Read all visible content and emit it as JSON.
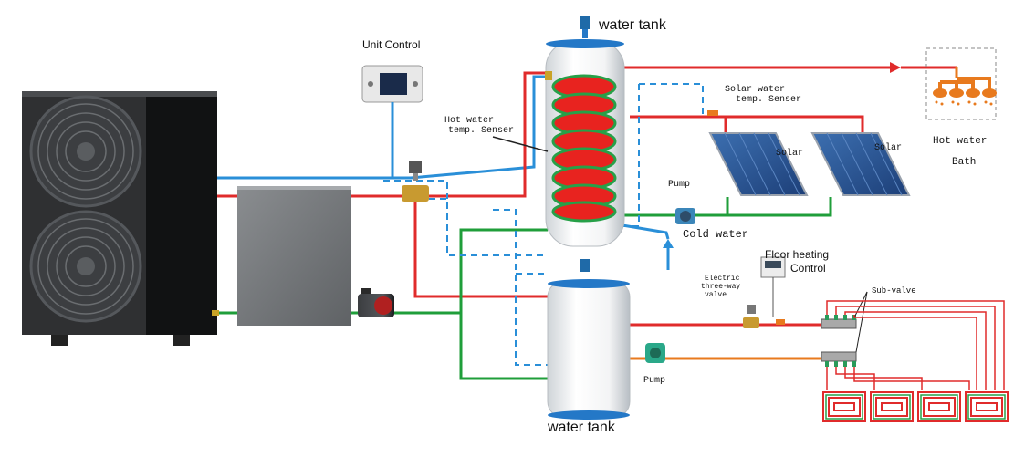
{
  "labels": {
    "water_tank_top": "water tank",
    "water_tank_bottom": "water tank",
    "unit_control": "Unit Control",
    "solar_sensor_line1": "Solar water",
    "solar_sensor_line2": "temp. Senser",
    "hot_sensor_line1": "Hot water",
    "hot_sensor_line2": "temp. Senser",
    "solar_1": "Solar",
    "solar_2": "Solar",
    "hot_water_line1": "Hot water",
    "hot_water_line2": "Bath",
    "pump_solar": "Pump",
    "cold_water": "Cold water",
    "floor_heating_line1": "Floor heating",
    "floor_heating_line2": "Control",
    "electric_valve_line1": "Electric",
    "electric_valve_line2": "three-way",
    "electric_valve_line3": "valve",
    "sub_valve": "Sub-valve",
    "pump_floor": "Pump"
  },
  "colors": {
    "hot_pipe": "#e02b2b",
    "cold_pipe": "#2a8fd8",
    "return_pipe": "#1f9e3a",
    "solar_pipe": "#e87a1e",
    "control_dashed": "#2a8fd8",
    "coil_fill": "#e8231f",
    "coil_outline": "#27a048"
  },
  "icons": {
    "heat_pump": "heat-pump-unit-icon",
    "fan": "fan-icon",
    "hydro_box": "hydro-module-icon",
    "pump": "circulation-pump-icon",
    "valve": "three-way-valve-icon",
    "tank": "water-tank-icon",
    "solar_panel": "solar-panel-icon",
    "shower": "shower-head-icon",
    "controller": "controller-icon",
    "thermostat": "thermostat-icon",
    "manifold": "manifold-icon",
    "floor_loop": "floor-loop-icon"
  }
}
